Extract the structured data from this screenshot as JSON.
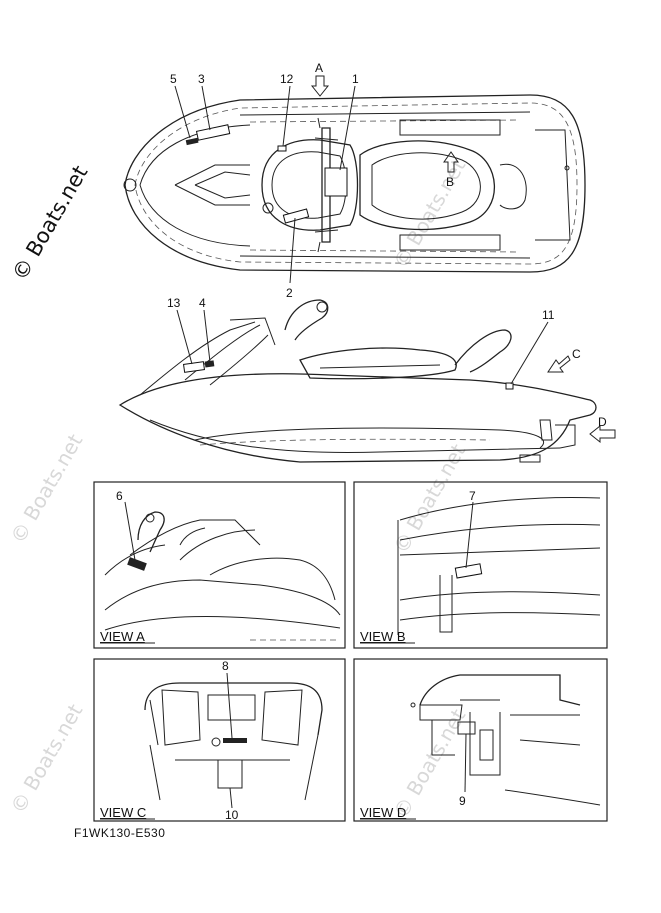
{
  "watermark": "© Boats.net",
  "part_code": "F1WK130-E530",
  "callouts": {
    "n1": "1",
    "n2": "2",
    "n3": "3",
    "n4": "4",
    "n5": "5",
    "n6": "6",
    "n7": "7",
    "n8": "8",
    "n9": "9",
    "n10": "10",
    "n11": "11",
    "n12": "12",
    "n13": "13"
  },
  "view_letters": {
    "A": "A",
    "B": "B",
    "C": "C",
    "D": "D"
  },
  "views": {
    "a": "VIEW A",
    "b": "VIEW B",
    "c": "VIEW C",
    "d": "VIEW D"
  }
}
